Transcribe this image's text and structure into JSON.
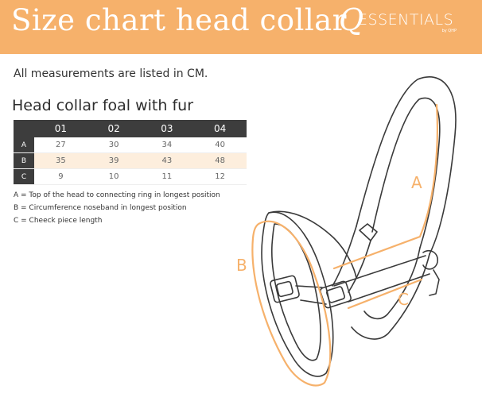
{
  "header": {
    "title": "Size chart head collar",
    "logo_q": "Q",
    "logo_text": "ESSENTIALS",
    "logo_sub": "by QHP"
  },
  "note": "All measurements are listed in CM.",
  "table": {
    "title": "Head collar foal with fur",
    "columns": [
      "01",
      "02",
      "03",
      "04"
    ],
    "rows": [
      {
        "label": "A",
        "values": [
          "27",
          "30",
          "34",
          "40"
        ]
      },
      {
        "label": "B",
        "values": [
          "35",
          "39",
          "43",
          "48"
        ]
      },
      {
        "label": "C",
        "values": [
          "9",
          "10",
          "11",
          "12"
        ]
      }
    ]
  },
  "legend": [
    "A = Top of the head to connecting ring in longest position",
    "B = Circumference noseband in longest position",
    "C = Cheeck piece length"
  ],
  "illustration": {
    "labels": {
      "a": "A",
      "b": "B",
      "c": "C"
    },
    "accent": "#f6b16b",
    "stroke": "#3a3a3a"
  }
}
